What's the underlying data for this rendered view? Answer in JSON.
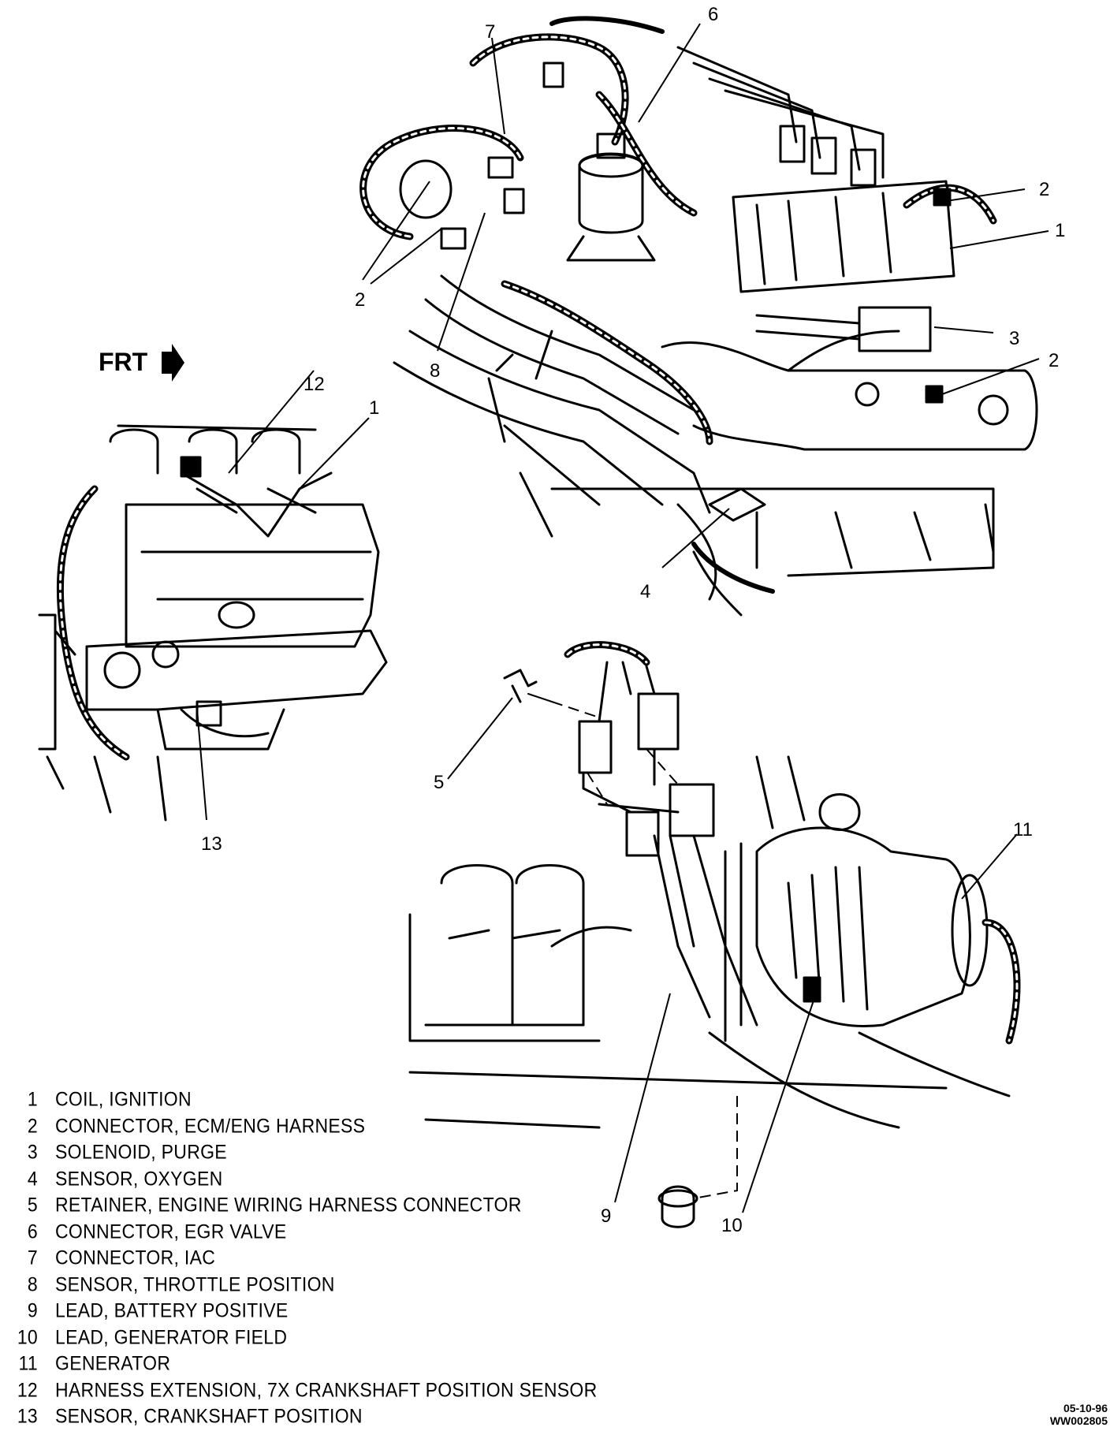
{
  "front_marker": "FRT",
  "callouts": {
    "c1a": "1",
    "c1b": "1",
    "c2a": "2",
    "c2b": "2",
    "c2c": "2",
    "c3": "3",
    "c4": "4",
    "c5": "5",
    "c6": "6",
    "c7": "7",
    "c8": "8",
    "c9": "9",
    "c10": "10",
    "c11": "11",
    "c12": "12",
    "c13": "13"
  },
  "legend": [
    {
      "num": "1",
      "text": "COIL, IGNITION"
    },
    {
      "num": "2",
      "text": "CONNECTOR, ECM/ENG HARNESS"
    },
    {
      "num": "3",
      "text": "SOLENOID, PURGE"
    },
    {
      "num": "4",
      "text": "SENSOR, OXYGEN"
    },
    {
      "num": "5",
      "text": "RETAINER, ENGINE WIRING HARNESS CONNECTOR"
    },
    {
      "num": "6",
      "text": "CONNECTOR, EGR VALVE"
    },
    {
      "num": "7",
      "text": "CONNECTOR, IAC"
    },
    {
      "num": "8",
      "text": "SENSOR, THROTTLE POSITION"
    },
    {
      "num": "9",
      "text": "LEAD, BATTERY POSITIVE"
    },
    {
      "num": "10",
      "text": "LEAD, GENERATOR FIELD"
    },
    {
      "num": "11",
      "text": "GENERATOR"
    },
    {
      "num": "12",
      "text": "HARNESS EXTENSION, 7X CRANKSHAFT POSITION SENSOR"
    },
    {
      "num": "13",
      "text": "SENSOR, CRANKSHAFT POSITION"
    }
  ],
  "figure_code": [
    "05-10-96",
    "WW002805"
  ]
}
